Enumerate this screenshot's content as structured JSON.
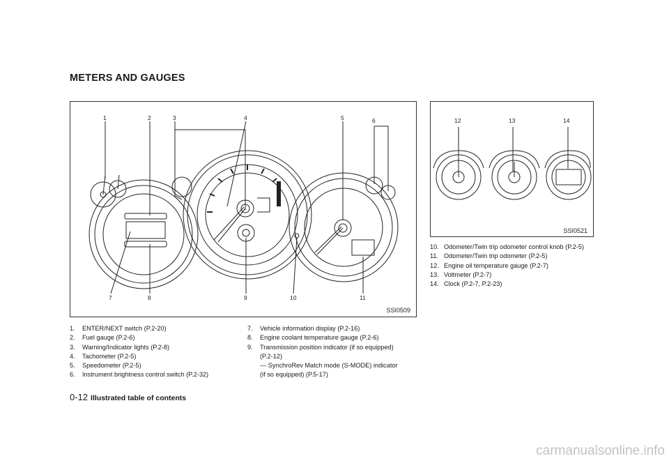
{
  "heading": "METERS AND GAUGES",
  "figure1": {
    "code": "SSI0509",
    "top_callouts": [
      "1",
      "2",
      "3",
      "4",
      "5",
      "6"
    ],
    "bottom_callouts": [
      "7",
      "8",
      "9",
      "10",
      "11"
    ]
  },
  "figure2": {
    "code": "SSI0521",
    "callouts": [
      "12",
      "13",
      "14"
    ]
  },
  "list_left": [
    {
      "num": "1.",
      "text": "ENTER/NEXT switch (P.2-20)"
    },
    {
      "num": "2.",
      "text": "Fuel gauge (P.2-6)"
    },
    {
      "num": "3.",
      "text": "Warning/Indicator lights (P.2-8)"
    },
    {
      "num": "4.",
      "text": "Tachometer (P.2-5)"
    },
    {
      "num": "5.",
      "text": "Speedometer (P.2-5)"
    },
    {
      "num": "6.",
      "text": "Instrument brightness control switch (P.2-32)"
    }
  ],
  "list_middle": {
    "item7": {
      "num": "7.",
      "text": "Vehicle information display (P.2-16)"
    },
    "item8": {
      "num": "8.",
      "text": "Engine coolant temperature gauge (P.2-6)"
    },
    "item9": {
      "num": "9.",
      "line1": "Transmission position indicator (if so equipped)",
      "line2": "(P.2-12)",
      "line3": "— SynchroRev Match mode (S-MODE) indicator",
      "line4": "(if so equipped) (P.5-17)"
    }
  },
  "list_right": [
    {
      "num": "10.",
      "text": "Odometer/Twin trip odometer control knob (P.2-5)"
    },
    {
      "num": "11.",
      "text": "Odometer/Twin trip odometer (P.2-5)"
    },
    {
      "num": "12.",
      "text": "Engine oil temperature gauge (P.2-7)"
    },
    {
      "num": "13.",
      "text": "Voltmeter (P.2-7)"
    },
    {
      "num": "14.",
      "text": "Clock (P.2-7, P.2-23)"
    }
  ],
  "footer": {
    "page": "0-12",
    "section": "Illustrated table of contents"
  },
  "watermark": "carmanualsonline.info"
}
